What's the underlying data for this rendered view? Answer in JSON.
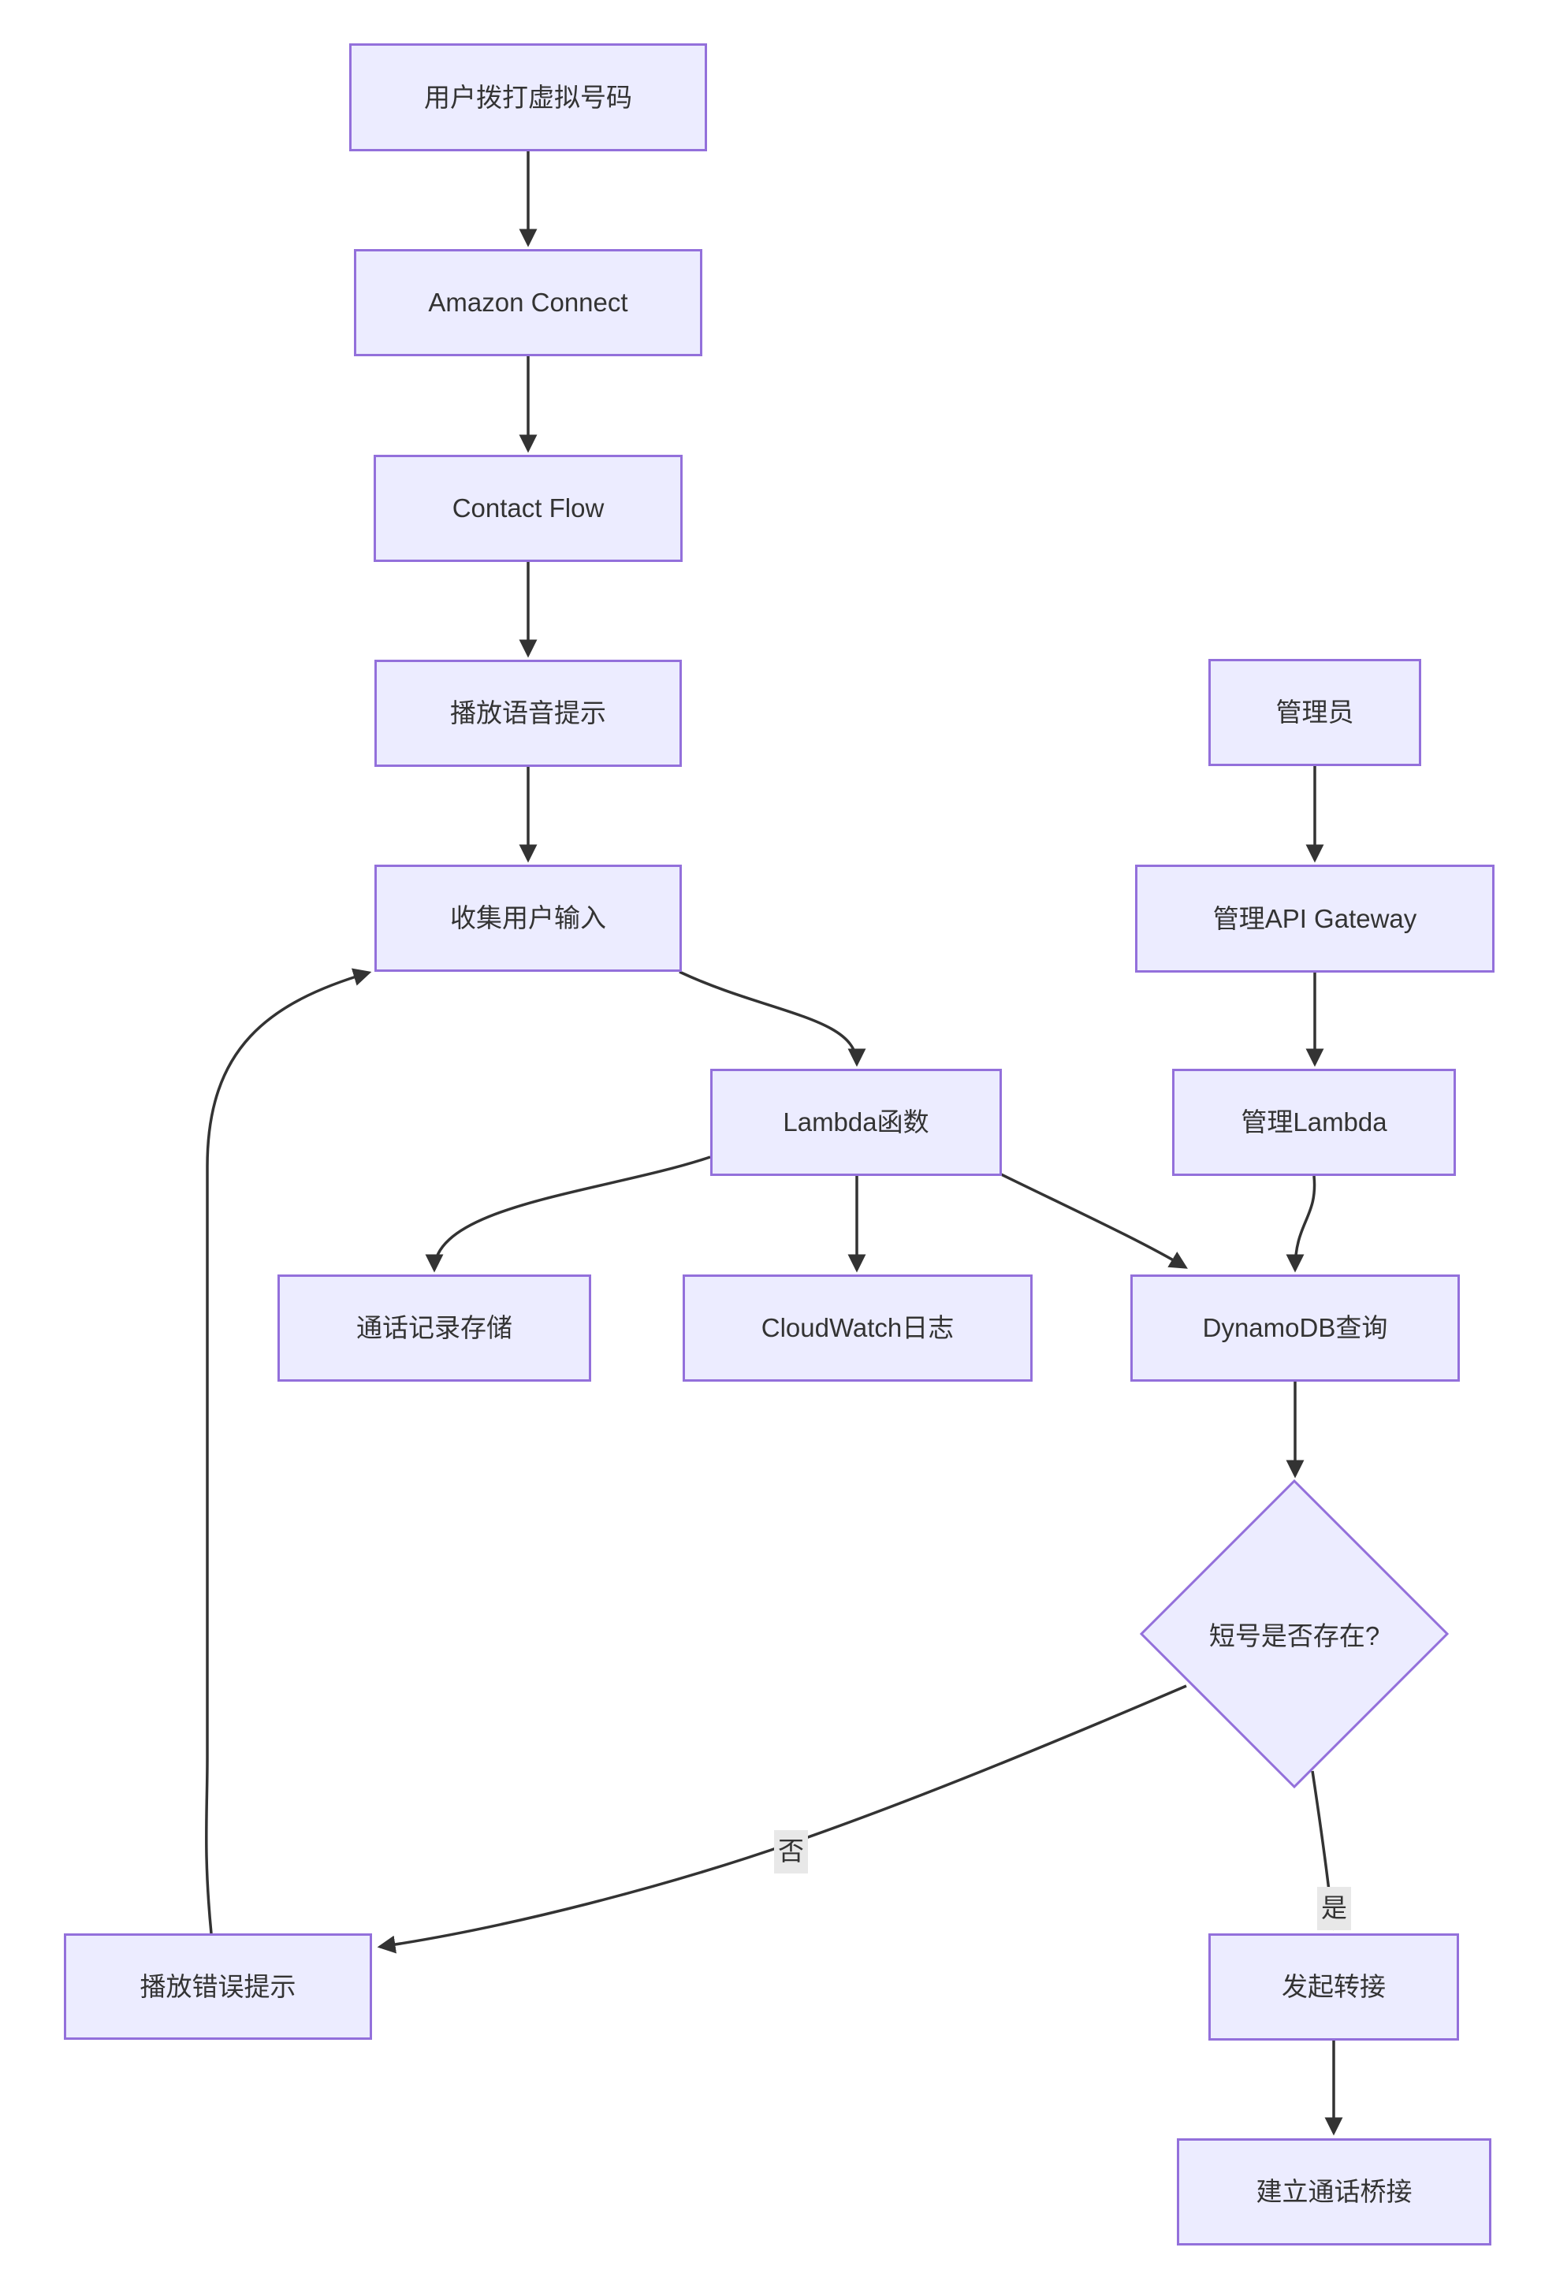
{
  "diagram": {
    "type": "flowchart",
    "direction": "top-down",
    "colors": {
      "node_fill": "#ECECFF",
      "node_border": "#9370DB",
      "edge_stroke": "#333333",
      "text": "#333333",
      "edge_label_bg": "#e8e8e8",
      "background": "#ffffff"
    },
    "nodes": {
      "dial": {
        "label": "用户拨打虚拟号码",
        "shape": "rect"
      },
      "connect": {
        "label": "Amazon Connect",
        "shape": "rect"
      },
      "flow": {
        "label": "Contact Flow",
        "shape": "rect"
      },
      "prompt": {
        "label": "播放语音提示",
        "shape": "rect"
      },
      "input": {
        "label": "收集用户输入",
        "shape": "rect"
      },
      "lambda": {
        "label": "Lambda函数",
        "shape": "rect"
      },
      "storage": {
        "label": "通话记录存储",
        "shape": "rect"
      },
      "cloudwatch": {
        "label": "CloudWatch日志",
        "shape": "rect"
      },
      "dynamodb": {
        "label": "DynamoDB查询",
        "shape": "rect"
      },
      "admin": {
        "label": "管理员",
        "shape": "rect"
      },
      "apigw": {
        "label": "管理API Gateway",
        "shape": "rect"
      },
      "mlambda": {
        "label": "管理Lambda",
        "shape": "rect"
      },
      "decision": {
        "label": "短号是否存在?",
        "shape": "diamond"
      },
      "error": {
        "label": "播放错误提示",
        "shape": "rect"
      },
      "transfer": {
        "label": "发起转接",
        "shape": "rect"
      },
      "bridge": {
        "label": "建立通话桥接",
        "shape": "rect"
      }
    },
    "edge_labels": {
      "yes": "是",
      "no": "否"
    },
    "edges": [
      {
        "from": "dial",
        "to": "connect",
        "label": ""
      },
      {
        "from": "connect",
        "to": "flow",
        "label": ""
      },
      {
        "from": "flow",
        "to": "prompt",
        "label": ""
      },
      {
        "from": "prompt",
        "to": "input",
        "label": ""
      },
      {
        "from": "input",
        "to": "lambda",
        "label": ""
      },
      {
        "from": "lambda",
        "to": "storage",
        "label": ""
      },
      {
        "from": "lambda",
        "to": "cloudwatch",
        "label": ""
      },
      {
        "from": "lambda",
        "to": "dynamodb",
        "label": ""
      },
      {
        "from": "admin",
        "to": "apigw",
        "label": ""
      },
      {
        "from": "apigw",
        "to": "mlambda",
        "label": ""
      },
      {
        "from": "mlambda",
        "to": "dynamodb",
        "label": ""
      },
      {
        "from": "dynamodb",
        "to": "decision",
        "label": ""
      },
      {
        "from": "decision",
        "to": "error",
        "label": "否"
      },
      {
        "from": "decision",
        "to": "transfer",
        "label": "是"
      },
      {
        "from": "transfer",
        "to": "bridge",
        "label": ""
      },
      {
        "from": "error",
        "to": "input",
        "label": ""
      }
    ]
  }
}
